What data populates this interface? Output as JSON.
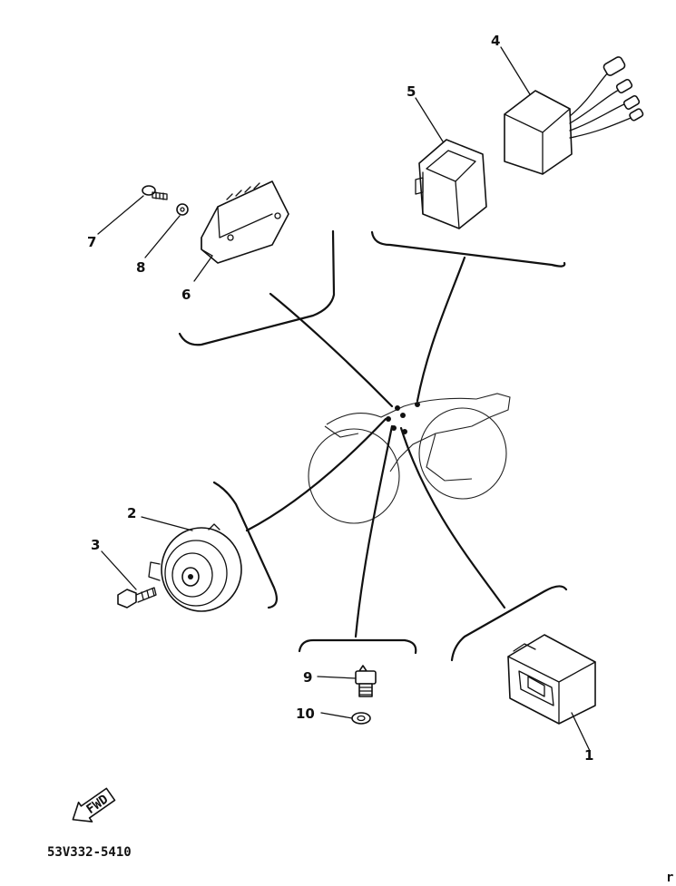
{
  "callouts": [
    "1",
    "2",
    "3",
    "4",
    "5",
    "6",
    "7",
    "8",
    "9",
    "10"
  ],
  "fwd_label": "FWD",
  "diagram_code": "53V332-5410",
  "corner_mark": "r"
}
